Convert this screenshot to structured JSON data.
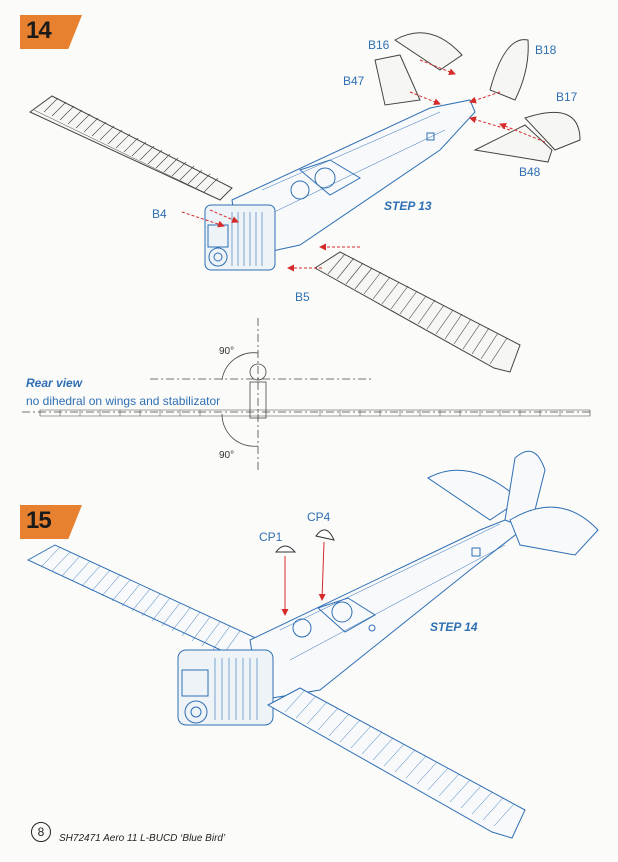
{
  "steps": {
    "s14": "14",
    "s15": "15"
  },
  "parts": {
    "b16": "B16",
    "b18": "B18",
    "b47": "B47",
    "b17": "B17",
    "b48": "B48",
    "b4": "B4",
    "b5": "B5",
    "cp1": "CP1",
    "cp4": "CP4"
  },
  "notes": {
    "step13": "STEP 13",
    "step14": "STEP 14"
  },
  "rear_view": {
    "title": "Rear view",
    "subtitle": "no dihedral on wings and stabilizator",
    "angle_top": "90°",
    "angle_bottom": "90°"
  },
  "footer": {
    "page_number": "8",
    "title": "SH72471 Aero 11 L-BUCD ‘Blue Bird’"
  },
  "colors": {
    "line_blue": "#2f6fb3",
    "arrow_red": "#d62a2a",
    "badge_orange": "#e8812f"
  }
}
